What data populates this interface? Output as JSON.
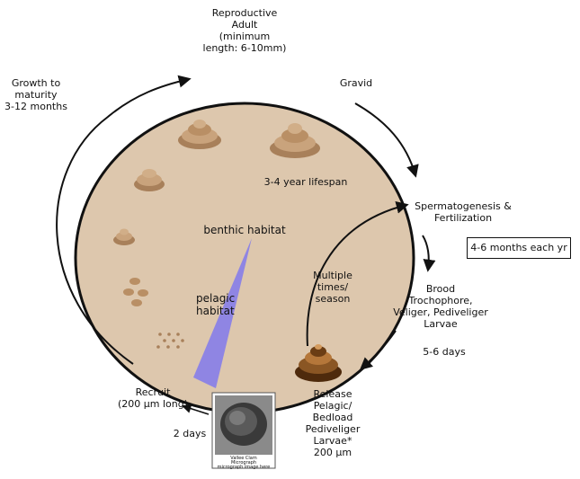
{
  "labels": {
    "reproductive_adult": "Reproductive\nAdult\n(minimum\nlength: 6-10mm)",
    "growth_to_maturity": "Growth to\nmaturity\n3-12 months",
    "gravid": "Gravid",
    "lifespan": "3-4 year lifespan",
    "spermatogenesis": "Spermatogenesis &\nFertilization",
    "months_each_yr": "4-6 months each yr",
    "benthic_habitat": "benthic habitat",
    "multiple_times": "Multiple\ntimes/\nseason",
    "pelagic_habitat": "pelagic\nhabitat",
    "brood": "Brood\nTrochophore,\nVeliger, Pediveliger\nLarvae",
    "days_5_6": "5-6 days",
    "recruit": "Recruit\n(200 µm long)",
    "days_2": "2 days",
    "release": "Release\nPelagic/\nBedload\nPediveliger\nLarvae*\n200 µm"
  },
  "photo_caption": "Vallee Clam\nMicrograph\nmicrograph image here",
  "colors": {
    "habitat_fill": "#ddc7ad",
    "pelagic_wedge": "#8f85e3",
    "shell_tan": "#c9a37c",
    "shell_dark": "#7a4a1f"
  }
}
